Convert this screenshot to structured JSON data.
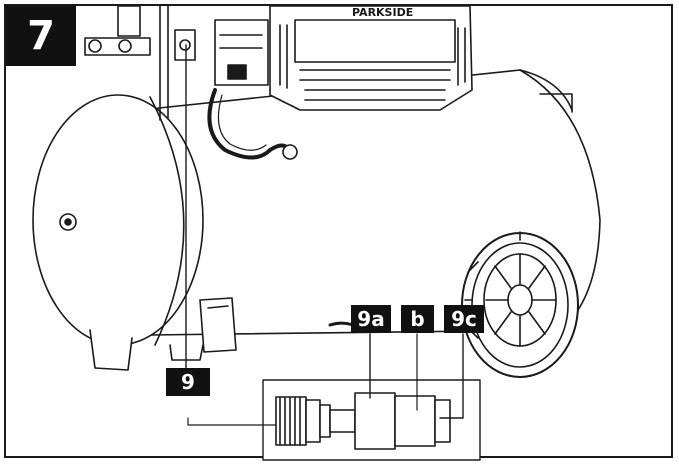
{
  "step_number": "7",
  "brand_text": "PARKSIDE",
  "callouts": {
    "main": "9",
    "a": "9a",
    "b": "b",
    "c": "9c"
  },
  "colors": {
    "ink": "#1a1a1a",
    "label_bg": "#111111",
    "label_text": "#ffffff",
    "background": "#ffffff"
  }
}
